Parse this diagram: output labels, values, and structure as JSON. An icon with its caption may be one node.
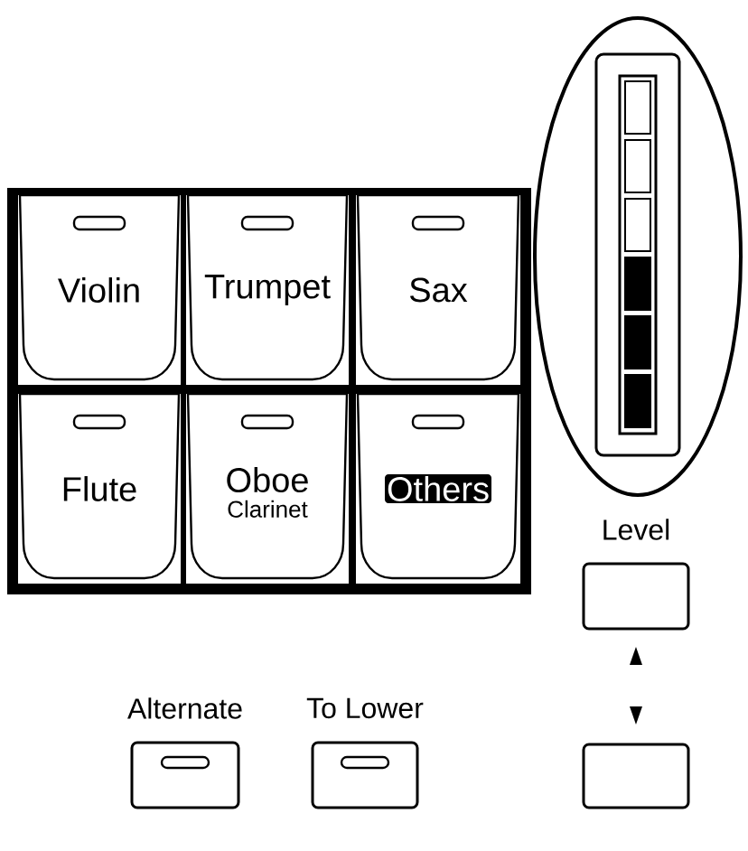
{
  "diagram": {
    "nodes": [
      {
        "text": [],
        "shape": "box"
      },
      {
        "text": [
          "Violin"
        ],
        "in": 0
      },
      {
        "text": [
          "Trumpet"
        ],
        "in": 0
      },
      {
        "text": [
          "Sax"
        ],
        "in": 0
      },
      {
        "text": [
          "Flute"
        ],
        "in": 0
      },
      {
        "text": [
          "Oboe",
          "Clarinet"
        ],
        "in": 0
      },
      {
        "text": [
          "Others"
        ],
        "in": 0
      },
      {
        "text": [
          "Level"
        ]
      },
      {
        "text": [],
        "shape": "box"
      },
      {
        "text": [
          "Alternate"
        ]
      },
      {
        "text": [
          "To Lower"
        ]
      }
    ]
  }
}
